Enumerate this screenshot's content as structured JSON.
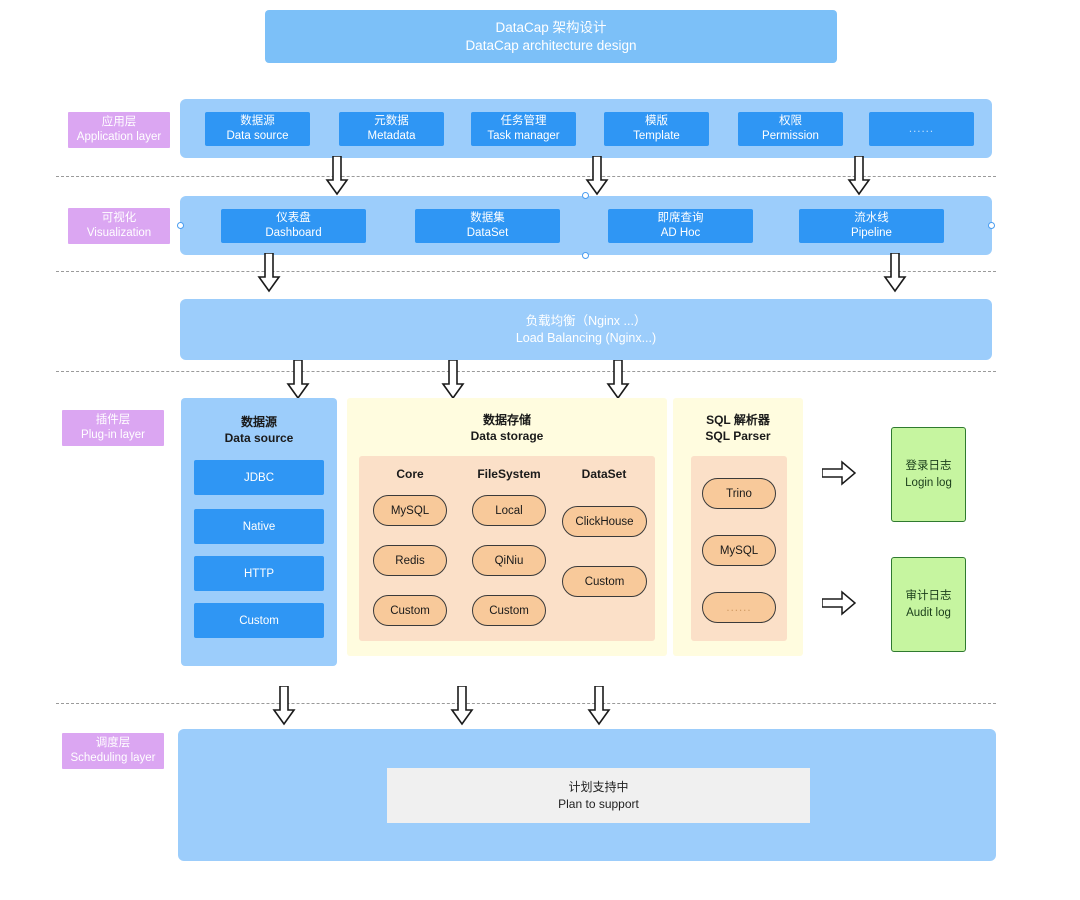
{
  "title": {
    "cn": "DataCap 架构设计",
    "en": "DataCap architecture design"
  },
  "colors": {
    "band": "#9ccdfb",
    "blue_box": "#2f96f4",
    "title_banner": "#7cc0f8",
    "layer_chip": "#dba6f2",
    "yellow_container": "#fffcdf",
    "peach_panel": "#fbe0c8",
    "pill": "#f8c99a",
    "pill_border": "#3a3a3a",
    "green_box": "#c6f5a0",
    "green_border": "#2f7a2f",
    "plan_box": "#f0f0f0",
    "dashed_line": "#9a9a9a"
  },
  "layers": {
    "application": {
      "cn": "应用层",
      "en": "Application layer"
    },
    "visualization": {
      "cn": "可视化",
      "en": "Visualization"
    },
    "plugin": {
      "cn": "插件层",
      "en": "Plug-in layer"
    },
    "scheduling": {
      "cn": "调度层",
      "en": "Scheduling layer"
    }
  },
  "application_layer": {
    "items": [
      {
        "cn": "数据源",
        "en": "Data source"
      },
      {
        "cn": "元数据",
        "en": "Metadata"
      },
      {
        "cn": "任务管理",
        "en": "Task manager"
      },
      {
        "cn": "模版",
        "en": "Template"
      },
      {
        "cn": "权限",
        "en": "Permission"
      },
      {
        "cn": "",
        "en": "......"
      }
    ]
  },
  "visualization_layer": {
    "items": [
      {
        "cn": "仪表盘",
        "en": "Dashboard"
      },
      {
        "cn": "数据集",
        "en": "DataSet"
      },
      {
        "cn": "即席查询",
        "en": "AD Hoc"
      },
      {
        "cn": "流水线",
        "en": "Pipeline"
      }
    ]
  },
  "load_balancing": {
    "cn": "负载均衡（Nginx ...）",
    "en": "Load Balancing (Nginx...)"
  },
  "plugin_layer": {
    "data_source": {
      "title": {
        "cn": "数据源",
        "en": "Data source"
      },
      "items": [
        "JDBC",
        "Native",
        "HTTP",
        "Custom"
      ]
    },
    "data_storage": {
      "title": {
        "cn": "数据存储",
        "en": "Data storage"
      },
      "columns": [
        {
          "name": "Core",
          "items": [
            "MySQL",
            "Redis",
            "Custom"
          ]
        },
        {
          "name": "FileSystem",
          "items": [
            "Local",
            "QiNiu",
            "Custom"
          ]
        },
        {
          "name": "DataSet",
          "items": [
            "ClickHouse",
            "Custom"
          ]
        }
      ]
    },
    "sql_parser": {
      "title": {
        "cn": "SQL 解析器",
        "en": "SQL Parser"
      },
      "items": [
        "Trino",
        "MySQL",
        "......"
      ]
    },
    "logs": [
      {
        "cn": "登录日志",
        "en": "Login log"
      },
      {
        "cn": "审计日志",
        "en": "Audit log"
      }
    ]
  },
  "scheduling_layer": {
    "plan": {
      "cn": "计划支持中",
      "en": "Plan to support"
    }
  }
}
